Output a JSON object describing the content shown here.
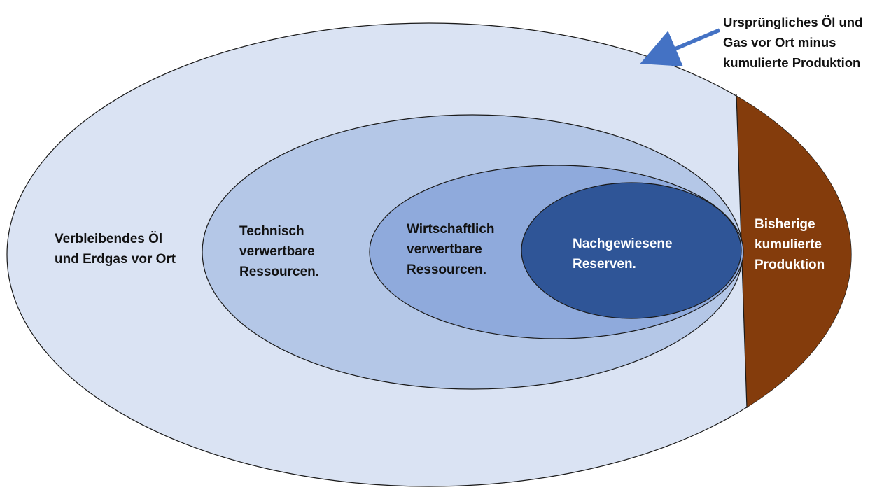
{
  "diagram": {
    "labels": {
      "remaining": "Verbleibendes Öl\nund Erdgas vor Ort",
      "technical": "Technisch\nverwertbare\nRessourcen.",
      "economic": "Wirtschaftlich\nverwertbare\nRessourcen.",
      "proven": "Nachgewiesene\nReserven.",
      "production": "Bisherige\nkumulierte\nProduktion",
      "original": "Ursprüngliches Öl und\nGas vor Ort minus\nkumulierte Produktion"
    },
    "colors": {
      "outer_fill": "#dae3f3",
      "technical_fill": "#b4c7e7",
      "economic_fill": "#8faadc",
      "proven_fill": "#2f5597",
      "production_fill": "#843c0c",
      "arrow": "#4472c4",
      "outline": "#1a1a1a"
    }
  }
}
